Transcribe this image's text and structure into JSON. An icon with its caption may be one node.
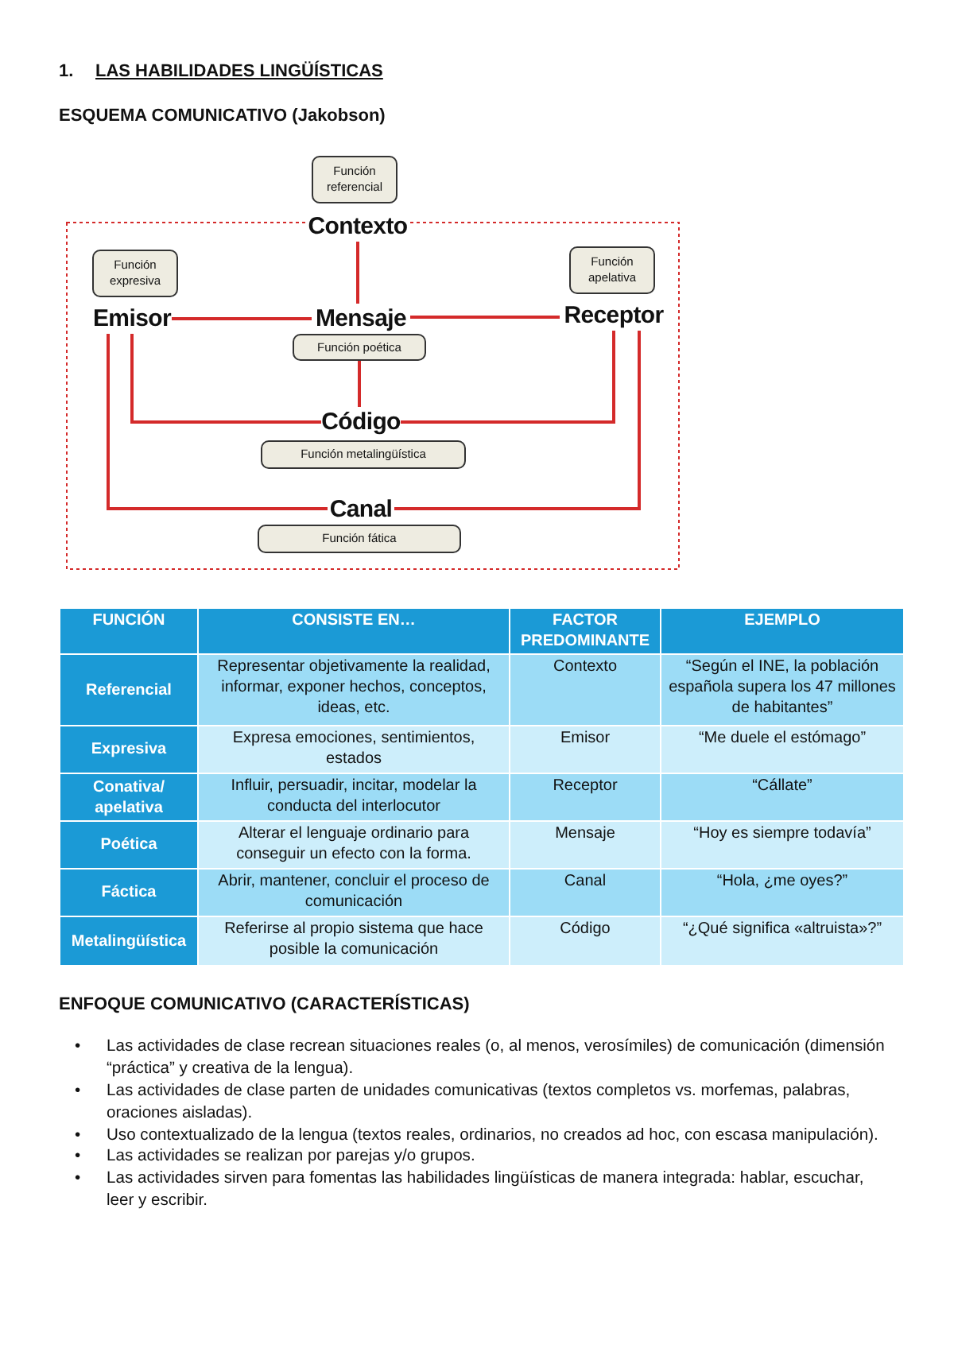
{
  "diagram": {
    "title": "LAS HABILIDADES LINGÜÍSTICAS",
    "nodes": [
      {
        "text": [
          "Función referencial"
        ]
      },
      {
        "text": [
          "Contexto"
        ]
      },
      {
        "text": [
          "Función expresiva"
        ]
      },
      {
        "text": [
          "Emisor"
        ]
      },
      {
        "text": [
          "Mensaje"
        ]
      },
      {
        "text": [
          "Función apelativa"
        ]
      },
      {
        "text": [
          "Receptor"
        ]
      },
      {
        "text": [
          "Función poética"
        ]
      },
      {
        "text": [
          "Código"
        ]
      },
      {
        "text": [
          "Función metalingüística"
        ]
      },
      {
        "text": [
          "Canal"
        ]
      },
      {
        "text": [
          "Función fática"
        ]
      }
    ],
    "edges": [
      {
        "from": 1,
        "to": 4,
        "arrow": "none"
      },
      {
        "from": 3,
        "to": 4,
        "arrow": "none"
      },
      {
        "from": 4,
        "to": 6,
        "arrow": "none"
      },
      {
        "from": 7,
        "to": 8,
        "arrow": "none"
      },
      {
        "from": 3,
        "to": 8,
        "arrow": "none"
      },
      {
        "from": 8,
        "to": 6,
        "arrow": "none"
      },
      {
        "from": 3,
        "to": 10,
        "arrow": "none"
      },
      {
        "from": 10,
        "to": 6,
        "arrow": "none"
      }
    ],
    "labels": [
      "1.",
      "ESQUEMA COMUNICATIVO (Jakobson)",
      "FUNCIÓN",
      "CONSISTE EN…",
      "FACTOR PREDOMINANTE",
      "EJEMPLO",
      "Referencial",
      "Representar objetivamente la realidad, informar, exponer hechos, conceptos, ideas, etc.",
      "Contexto",
      "“Según el INE, la población española supera los 47 millones de habitantes”",
      "Expresiva",
      "Expresa emociones, sentimientos, estados",
      "Emisor",
      "“Me duele el estómago”",
      "Conativa/ apelativa",
      "Influir, persuadir, incitar, modelar la conducta del interlocutor",
      "Receptor",
      "“Cállate”",
      "Poética",
      "Alterar el lenguaje ordinario para conseguir un efecto con la forma.",
      "Mensaje",
      "“Hoy es siempre todavía”",
      "Fáctica",
      "Abrir, mantener, concluir el proceso de comunicación",
      "Canal",
      "“Hola, ¿me oyes?”",
      "Metalingüística",
      "Referirse al propio sistema que hace posible la comunicación",
      "Código",
      "“¿Qué significa «altruista»?”",
      "ENFOQUE COMUNICATIVO (CARACTERÍSTICAS)",
      "•",
      "Las actividades de clase recrean situaciones reales (o, al menos, verosímiles) de comunicación (dimensión “práctica” y creativa de la lengua).",
      "•",
      "Las actividades de clase parten de unidades comunicativas (textos completos vs. morfemas, palabras, oraciones aisladas).",
      "•",
      "Uso contextualizado de la lengua (textos reales, ordinarios, no creados ad hoc, con escasa manipulación).",
      "•",
      "Las actividades se realizan por parejas y/o grupos.",
      "•",
      "Las actividades sirven para fomentas las habilidades lingüísticas de manera integrada: hablar, escuchar, leer y escribir."
    ]
  }
}
